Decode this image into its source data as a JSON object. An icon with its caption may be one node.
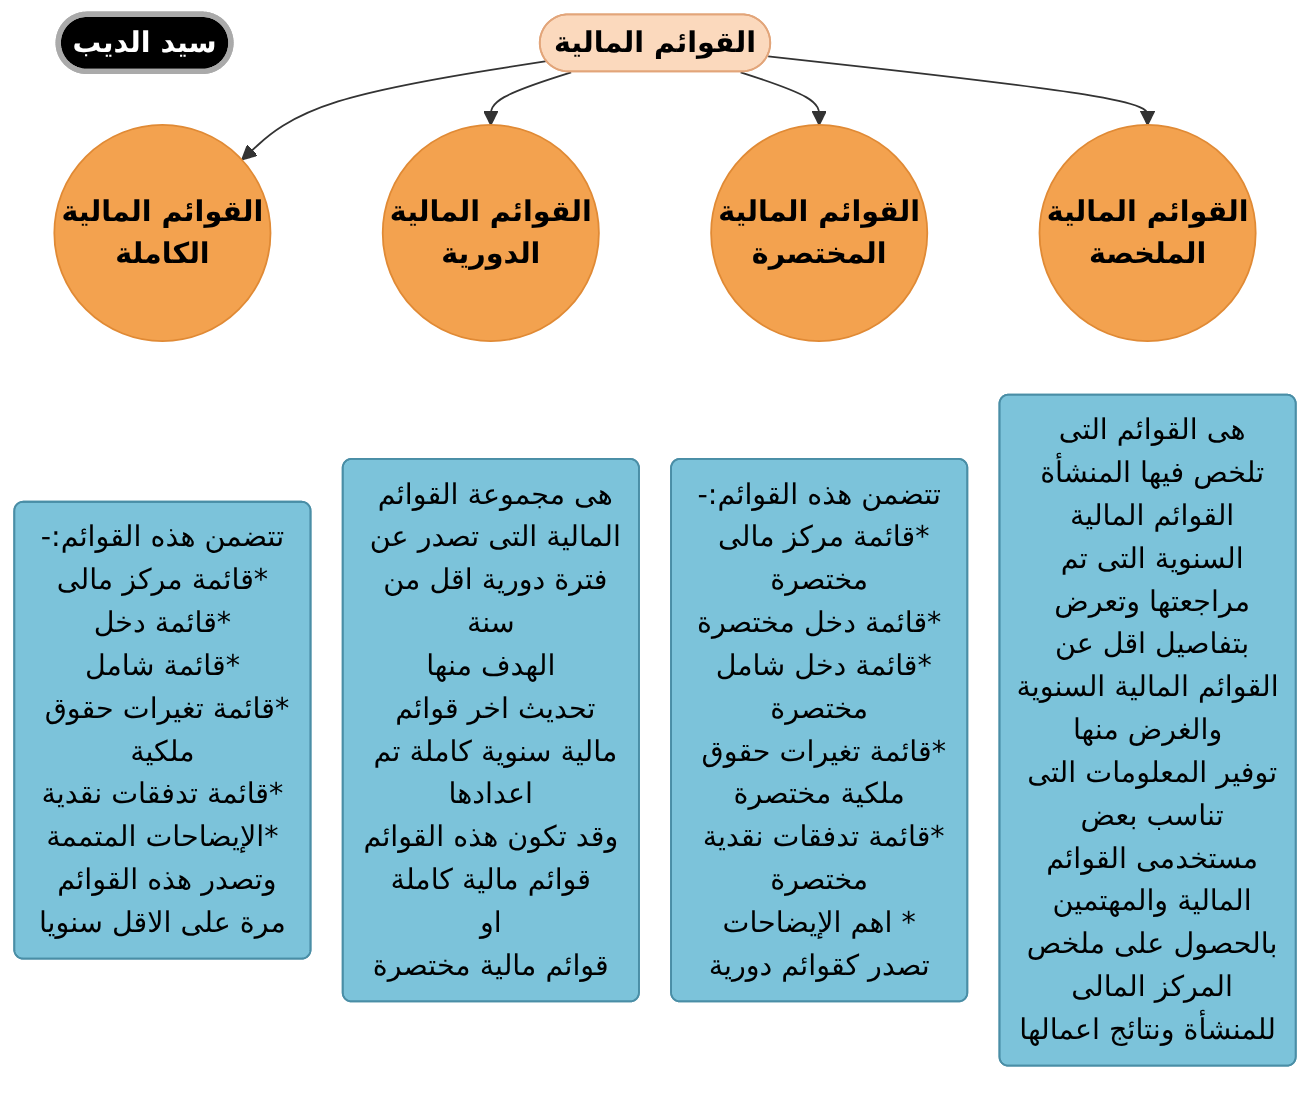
{
  "diagram": {
    "nodes": [
      {
        "text": [
          "القوائم المالية"
        ]
      },
      {
        "text": [
          "سيد الديب"
        ]
      },
      {
        "text": [
          "القوائم المالية",
          "الكاملة"
        ]
      },
      {
        "text": [
          "القوائم المالية",
          "الدورية"
        ]
      },
      {
        "text": [
          "القوائم المالية",
          "المختصرة"
        ]
      },
      {
        "text": [
          "القوائم المالية",
          "الملخصة"
        ]
      },
      {
        "text": [
          "تتضمن هذه القوائم:-",
          "*قائمة مركز مالى",
          "*قائمة دخل",
          "*قائمة شامل",
          "*قائمة تغيرات حقوق ملكية",
          "*قائمة تدفقات نقدية",
          "*الإيضاحات المتممة",
          "وتصدر هذه القوائم مرة على الاقل سنويا"
        ]
      },
      {
        "text": [
          "هى مجموعة القوائم المالية التى تصدر عن فترة دورية اقل من سنة",
          "الهدف منها",
          "تحديث اخر قوائم مالية سنوية كاملة تم اعدادها",
          "وقد تكون هذه القوائم",
          "قوائم مالية كاملة",
          "او",
          "قوائم مالية مختصرة"
        ]
      },
      {
        "text": [
          "تتضمن هذه القوائم:-",
          "*قائمة مركز مالى مختصرة",
          "*قائمة دخل مختصرة",
          "*قائمة دخل شامل مختصرة",
          "*قائمة تغيرات حقوق ملكية مختصرة",
          "*قائمة تدفقات نقدية مختصرة",
          "* اهم الإيضاحات",
          "تصدر كقوائم دورية"
        ]
      },
      {
        "text": [
          "هى القوائم التى تلخص فيها المنشأة القوائم المالية السنوية التى تم مراجعتها وتعرض بتفاصيل اقل عن القوائم المالية السنوية",
          "والغرض منها",
          "توفير المعلومات التى تناسب بعض مستخدمى القوائم المالية والمهتمين بالحصول على ملخص المركز المالى للمنشأة ونتائج اعمالها"
        ]
      }
    ],
    "edges": [
      {
        "from": 0,
        "to": 2,
        "arrow": "to"
      },
      {
        "from": 0,
        "to": 3,
        "arrow": "to"
      },
      {
        "from": 0,
        "to": 4,
        "arrow": "to"
      },
      {
        "from": 0,
        "to": 5,
        "arrow": "to"
      }
    ]
  }
}
